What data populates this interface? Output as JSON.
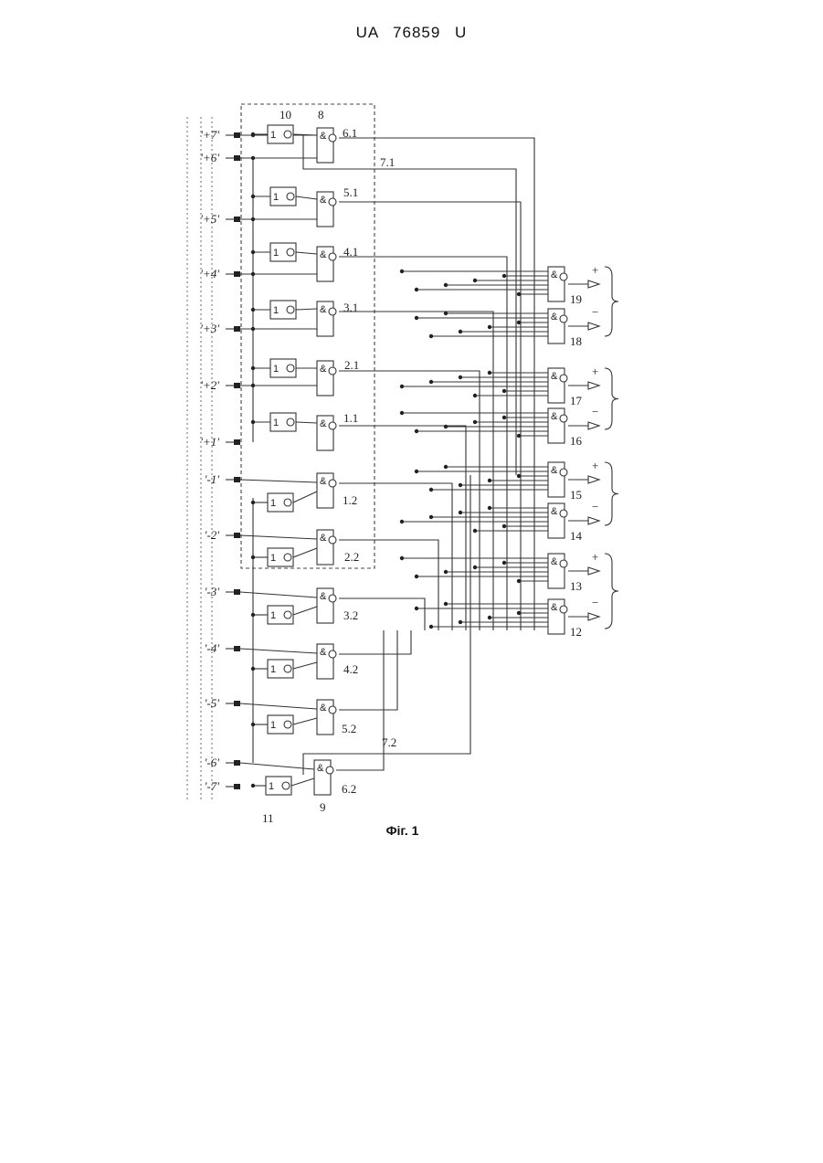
{
  "header": {
    "patent_number": "UA  76859  U"
  },
  "figure": {
    "caption": "Фіг. 1",
    "inputs": [
      "'+7'",
      "'+6'",
      "'+5'",
      "'+4'",
      "'+3'",
      "'+2'",
      "'+1'",
      "'-1'",
      "'-2'",
      "'-3'",
      "'-4'",
      "'-5'",
      "'-6'",
      "'-7'"
    ],
    "block_labels": {
      "b10": "10",
      "b8": "8",
      "b11": "11",
      "b9": "9"
    },
    "and_gate_labels": [
      "6.1",
      "5.1",
      "4.1",
      "3.1",
      "2.1",
      "1.1",
      "1.2",
      "2.2",
      "3.2",
      "4.2",
      "5.2",
      "6.2"
    ],
    "line_labels": {
      "l71": "7.1",
      "l72": "7.2"
    },
    "output_gate_labels": [
      "19",
      "18",
      "17",
      "16",
      "15",
      "14",
      "13",
      "12"
    ],
    "output_signs": [
      "+",
      "−",
      "+",
      "−",
      "+",
      "−",
      "+",
      "−"
    ],
    "gate_symbols": {
      "and": "&",
      "not": "1"
    }
  }
}
